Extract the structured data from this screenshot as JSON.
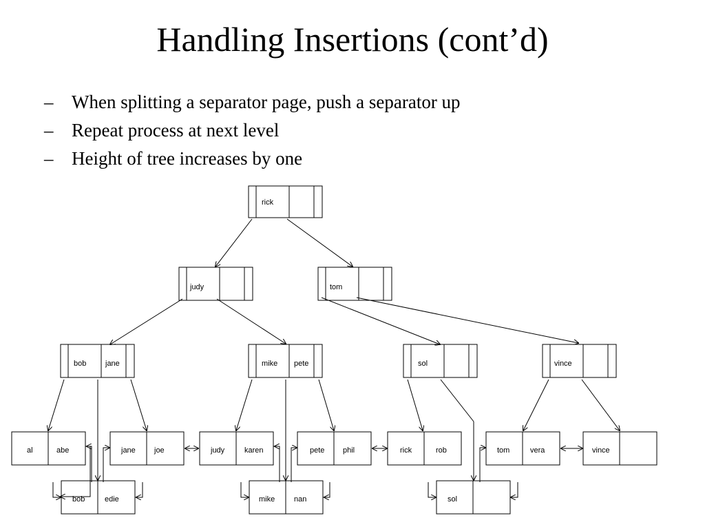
{
  "title": "Handling Insertions (cont’d)",
  "bullets": [
    {
      "dash": "–",
      "text": "When splitting a separator page, push a separator up"
    },
    {
      "dash": "–",
      "text": "Repeat process at next level"
    },
    {
      "dash": "–",
      "text": "Height of tree increases by one"
    }
  ],
  "tree": {
    "root": {
      "keys": [
        "rick"
      ]
    },
    "level1": [
      {
        "keys": [
          "judy"
        ]
      },
      {
        "keys": [
          "tom"
        ]
      }
    ],
    "level2": [
      {
        "keys": [
          "bob",
          "jane"
        ]
      },
      {
        "keys": [
          "mike",
          "pete"
        ]
      },
      {
        "keys": [
          "sol"
        ]
      },
      {
        "keys": [
          "vince"
        ]
      }
    ],
    "leaves": [
      {
        "keys": [
          "al",
          "abe"
        ]
      },
      {
        "keys": [
          "jane",
          "joe"
        ]
      },
      {
        "keys": [
          "judy",
          "karen"
        ]
      },
      {
        "keys": [
          "pete",
          "phil"
        ]
      },
      {
        "keys": [
          "rick",
          "rob"
        ]
      },
      {
        "keys": [
          "tom",
          "vera"
        ]
      },
      {
        "keys": [
          "vince"
        ]
      }
    ],
    "overflow_leaves": [
      {
        "keys": [
          "bob",
          "edie"
        ]
      },
      {
        "keys": [
          "mike",
          "nan"
        ]
      },
      {
        "keys": [
          "sol"
        ]
      }
    ]
  }
}
